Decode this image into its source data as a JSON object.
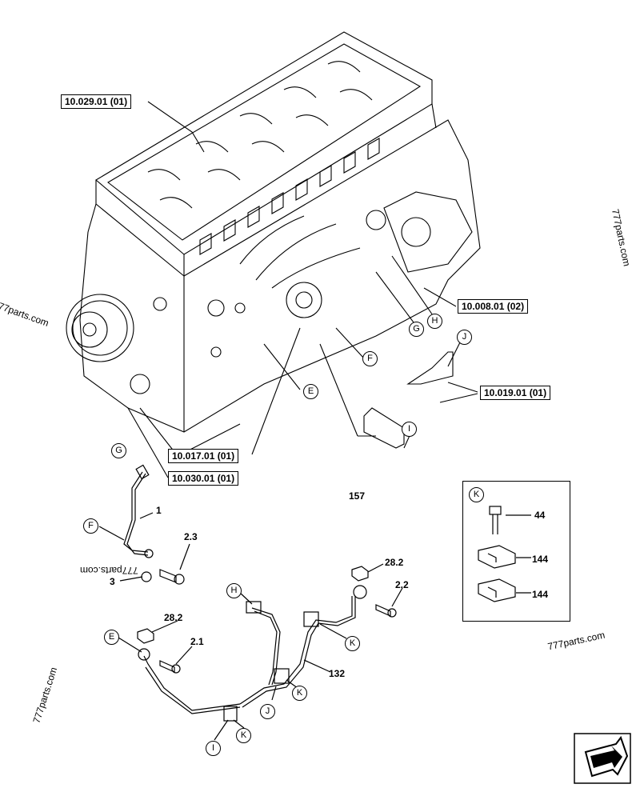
{
  "refs": {
    "r1": "10.029.01 (01)",
    "r2": "10.008.01 (02)",
    "r3": "10.019.01 (01)",
    "r4": "10.017.01 (01)",
    "r5": "10.030.01 (01)"
  },
  "circles": {
    "H1": "H",
    "G1": "G",
    "F1": "F",
    "E1": "E",
    "J1": "J",
    "I1": "I",
    "G2": "G",
    "F2": "F",
    "H2": "H",
    "E2": "E",
    "K1": "K",
    "K2": "K",
    "J2": "J",
    "I2": "I",
    "K3": "K",
    "K4": "K"
  },
  "numbers": {
    "n157": "157",
    "n1": "1",
    "n23": "2.3",
    "n3": "3",
    "n282a": "28.2",
    "n22": "2.2",
    "n282b": "28.2",
    "n21": "2.1",
    "n132": "132",
    "n44": "44",
    "n144a": "144",
    "n144b": "144"
  },
  "watermarks": {
    "w1": "777parts.com",
    "w2": "777parts.com",
    "w3": "777parts.com",
    "w4": "777parts.com",
    "w5": "777parts.com"
  },
  "icons": [
    "engine-block-drawing",
    "tube-assembly-drawing",
    "clip-detail-drawing",
    "next-page-arrow-icon"
  ]
}
